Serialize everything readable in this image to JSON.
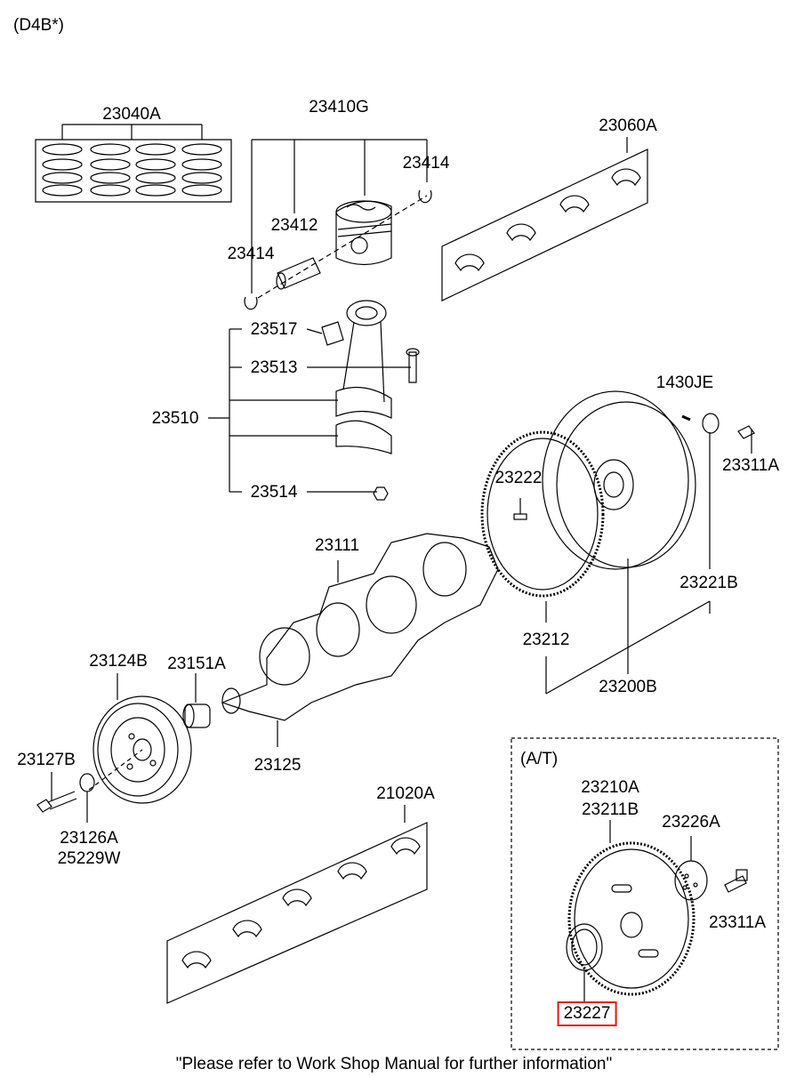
{
  "variant": "(D4B*)",
  "at_section": "(A/T)",
  "footer": "\"Please refer to Work Shop Manual for further information\"",
  "highlight_color": "#e01818",
  "parts": {
    "piston_ring_set": "23040A",
    "piston_assy": "23410G",
    "snap_ring_top": "23414",
    "piston_pin": "23412",
    "snap_ring_left": "23414",
    "crankshaft_bearing_upper": "23060A",
    "con_rod_bushing": "23517",
    "con_rod_bolt": "23513",
    "con_rod_assy": "23510",
    "con_rod_nut": "23514",
    "dowel_pin": "1430JE",
    "ring_gear_pin": "23222",
    "flywheel_bolt": "23311A",
    "flywheel_bearing": "23221B",
    "crankshaft": "23111",
    "ring_gear": "23212",
    "flywheel_assy": "23200B",
    "damper_pulley": "23124B",
    "crankshaft_sprocket": "23151A",
    "pulley_bolt": "23127B",
    "woodruff_key": "23125",
    "washer_a": "23126A",
    "washer_b": "25229W",
    "crankshaft_bearing_lower": "21020A",
    "drive_plate_a": "23210A",
    "drive_plate_b": "23211B",
    "adapter_plate": "23226A",
    "drive_plate_bolt": "23311A",
    "spacer_plate": "23227"
  }
}
